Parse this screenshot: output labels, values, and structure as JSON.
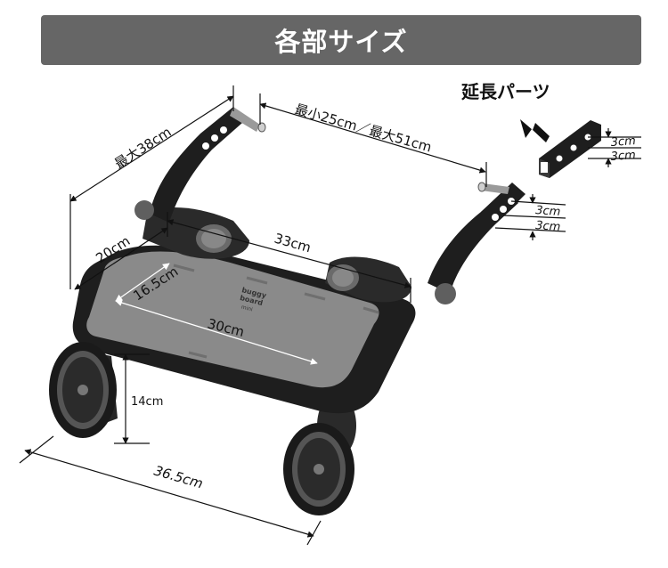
{
  "header": {
    "title": "各部サイズ"
  },
  "labels": {
    "extension_parts": "延長パーツ",
    "arm_length": "最大38cm",
    "arm_span": "最小25cm／最大51cm",
    "extension_width_1": "3cm",
    "extension_width_2": "3cm",
    "hole_spacing_1": "3cm",
    "hole_spacing_2": "3cm",
    "board_depth": "20cm",
    "board_width": "33cm",
    "deck_depth": "16.5cm",
    "deck_width": "30cm",
    "height": "14cm",
    "total_width": "36.5cm"
  },
  "brand": {
    "line1": "buggy",
    "line2": "board",
    "line3": "mini"
  },
  "colors": {
    "header_bg": "#666666",
    "board": "#1e1e1e",
    "deck": "#8a8a8a",
    "line": "#111111"
  }
}
